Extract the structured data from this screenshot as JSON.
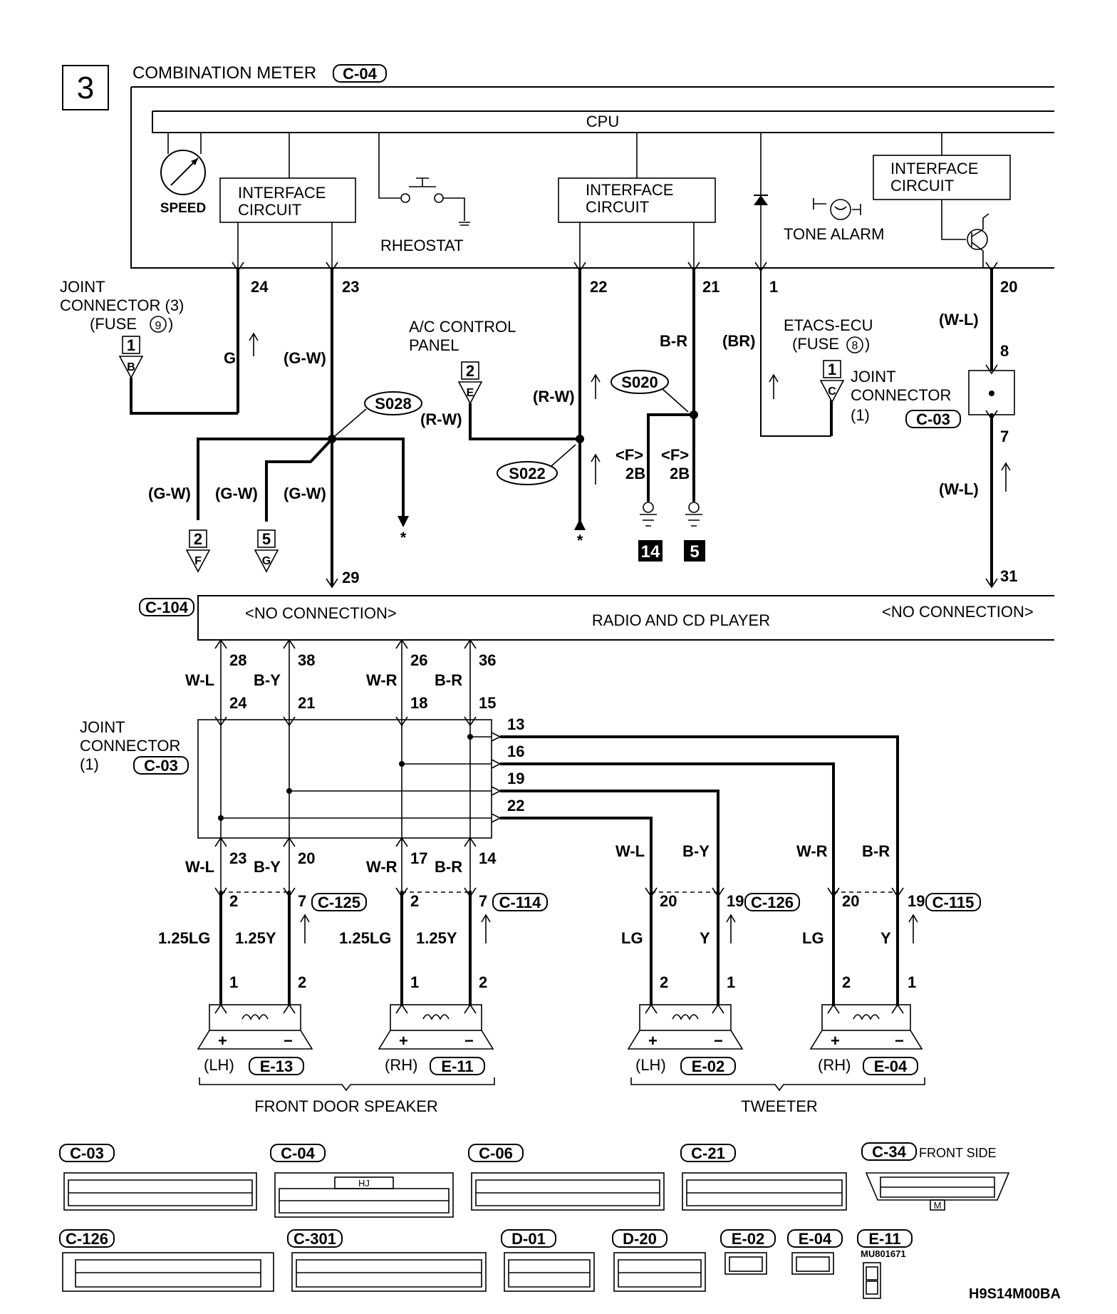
{
  "page_number": "3",
  "components": {
    "combination_meter": "COMBINATION METER",
    "combination_meter_conn": "C-04",
    "cpu": "CPU",
    "speed": "SPEED",
    "interface_circuit_1a": "INTERFACE",
    "interface_circuit_1b": "CIRCUIT",
    "interface_circuit_2a": "INTERFACE",
    "interface_circuit_2b": "CIRCUIT",
    "interface_circuit_3a": "INTERFACE",
    "interface_circuit_3b": "CIRCUIT",
    "rheostat": "RHEOSTAT",
    "tone_alarm": "TONE ALARM",
    "joint_connector_3_a": "JOINT",
    "joint_connector_3_b": "CONNECTOR (3)",
    "joint_connector_3_c": "(FUSE",
    "joint_connector_3_fuse": "9",
    "ac_control_a": "A/C CONTROL",
    "ac_control_b": "PANEL",
    "etacs_a": "ETACS-ECU",
    "etacs_b": "(FUSE",
    "etacs_fuse": "8",
    "joint_connector_1_a": "JOINT",
    "joint_connector_1_b": "CONNECTOR",
    "joint_connector_1_c": "(1)",
    "joint_connector_1_conn": "C-03",
    "radio_conn": "C-104",
    "radio": "RADIO AND CD PLAYER",
    "no_connection_left": "<NO CONNECTION>",
    "no_connection_right": "<NO CONNECTION>",
    "lower_joint_a": "JOINT",
    "lower_joint_b": "CONNECTOR",
    "lower_joint_c": "(1)",
    "lower_joint_conn": "C-03",
    "front_door_speaker": "FRONT DOOR SPEAKER",
    "tweeter": "TWEETER",
    "speaker_lh": "(LH)",
    "speaker_lh_conn": "E-13",
    "speaker_rh": "(RH)",
    "speaker_rh_conn": "E-11",
    "tweeter_lh": "(LH)",
    "tweeter_lh_conn": "E-02",
    "tweeter_rh": "(RH)",
    "tweeter_rh_conn": "E-04",
    "drawing_code": "H9S14M00BA"
  },
  "splices": [
    "S028",
    "S022",
    "S020"
  ],
  "meter_pins": {
    "p24": "24",
    "p23": "23",
    "p22": "22",
    "p21": "21",
    "p1": "1",
    "p20": "20",
    "p8": "8",
    "p7": "7",
    "p31": "31",
    "p29": "29"
  },
  "wire_colors": {
    "g": "G",
    "gw": "(G-W)",
    "rw": "(R-W)",
    "br_paren": "(BR)",
    "br": "B-R",
    "wl_paren": "(W-L)",
    "rw2": "(R-W)",
    "gw2": "(G-W)",
    "gw3": "(G-W)",
    "gw4": "(G-W)",
    "wl_paren2": "(W-L)"
  },
  "references": {
    "fuse9_box": "1",
    "fuse9_letter": "B",
    "ac_box": "2",
    "ac_letter": "E",
    "etacs_box": "1",
    "etacs_letter": "C",
    "gw_left_box": "2",
    "gw_left_letter": "F",
    "gw_mid_box": "5",
    "gw_mid_letter": "G",
    "ground_left": "14",
    "ground_right": "5",
    "f_left": "<F>",
    "f_left_pin": "2B",
    "f_right": "<F>",
    "f_right_pin": "2B",
    "star_left": "*",
    "star_right": "*"
  },
  "radio_pins": [
    {
      "top": "28",
      "color": "W-L",
      "joint": "24"
    },
    {
      "top": "38",
      "color": "B-Y",
      "joint": "21"
    },
    {
      "top": "26",
      "color": "W-R",
      "joint": "18"
    },
    {
      "top": "36",
      "color": "B-R",
      "joint": "15"
    }
  ],
  "joint_out_pins": [
    "13",
    "16",
    "19",
    "22"
  ],
  "lower_pins": {
    "j23": "23",
    "j20": "20",
    "j17": "17",
    "j14": "14",
    "c_wl": "W-L",
    "c_by": "B-Y",
    "c_wr": "W-R",
    "c_br": "B-R",
    "t_wl": "W-L",
    "t_by": "B-Y",
    "t_wr": "W-R",
    "t_br": "B-R",
    "c125": "C-125",
    "c114": "C-114",
    "c126": "C-126",
    "c115": "C-115",
    "s125_2": "2",
    "s125_7": "7",
    "s114_2": "2",
    "s114_7": "7",
    "s126_20": "20",
    "s126_19": "19",
    "s115_20": "20",
    "s115_19": "19",
    "w1": "1.25LG",
    "w2": "1.25Y",
    "w3": "1.25LG",
    "w4": "1.25Y",
    "t1": "LG",
    "t2": "Y",
    "t3": "LG",
    "t4": "Y",
    "sp1": "1",
    "sp2": "2",
    "sp3": "1",
    "sp4": "2",
    "tw1": "2",
    "tw2": "1",
    "tw3": "2",
    "tw4": "1",
    "plus": "+",
    "minus": "−"
  },
  "connector_views": {
    "c03": "C-03",
    "c04": "C-04",
    "c06": "C-06",
    "c21": "C-21",
    "c34": "C-34",
    "front_side": "FRONT SIDE",
    "hj": "HJ",
    "m": "M",
    "c126": "C-126",
    "c301": "C-301",
    "d01": "D-01",
    "d20": "D-20",
    "e02": "E-02",
    "e04": "E-04",
    "e11": "E-11",
    "mu": "MU801671"
  }
}
